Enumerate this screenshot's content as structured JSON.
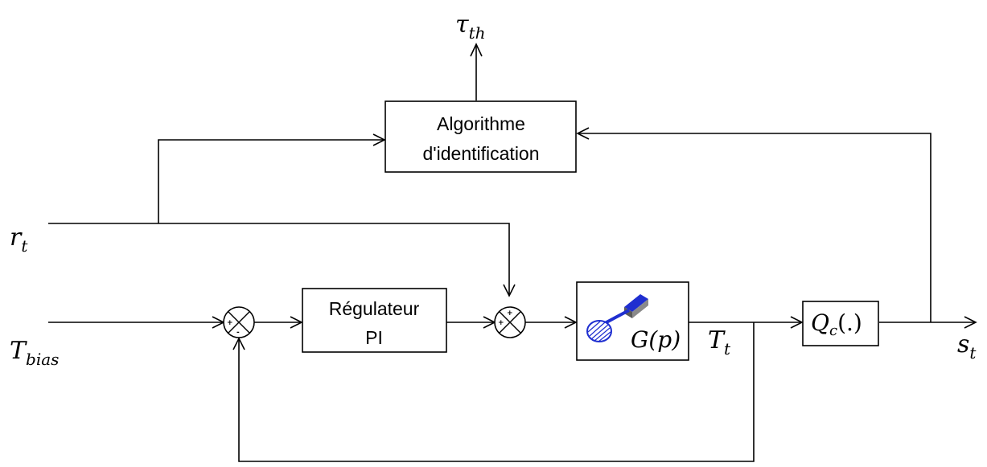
{
  "blocks": {
    "identification_line1": "Algorithme",
    "identification_line2": "d'identification",
    "controller_line1": "Régulateur",
    "controller_line2": "PI",
    "plant": "G(p)",
    "quantizer": "Q",
    "quantizer_sub": "c",
    "quantizer_arg": "(.)"
  },
  "signals": {
    "tau_main": "τ",
    "tau_sub": "th",
    "r_main": "r",
    "r_sub": "t",
    "tbias_main": "T",
    "tbias_sub": "bias",
    "tt_main": "T",
    "tt_sub": "t",
    "s_main": "s",
    "s_sub": "t"
  },
  "sum_signs": {
    "sum1_plus": "+",
    "sum1_minus": "-",
    "sum2_plus_top": "+",
    "sum2_plus_left": "+"
  },
  "colors": {
    "line": "#000000",
    "icon_blue": "#1f2fd0",
    "icon_gray": "#8a8a8a"
  },
  "icons": {
    "plant_icon": "cantilever-sensor-icon"
  }
}
